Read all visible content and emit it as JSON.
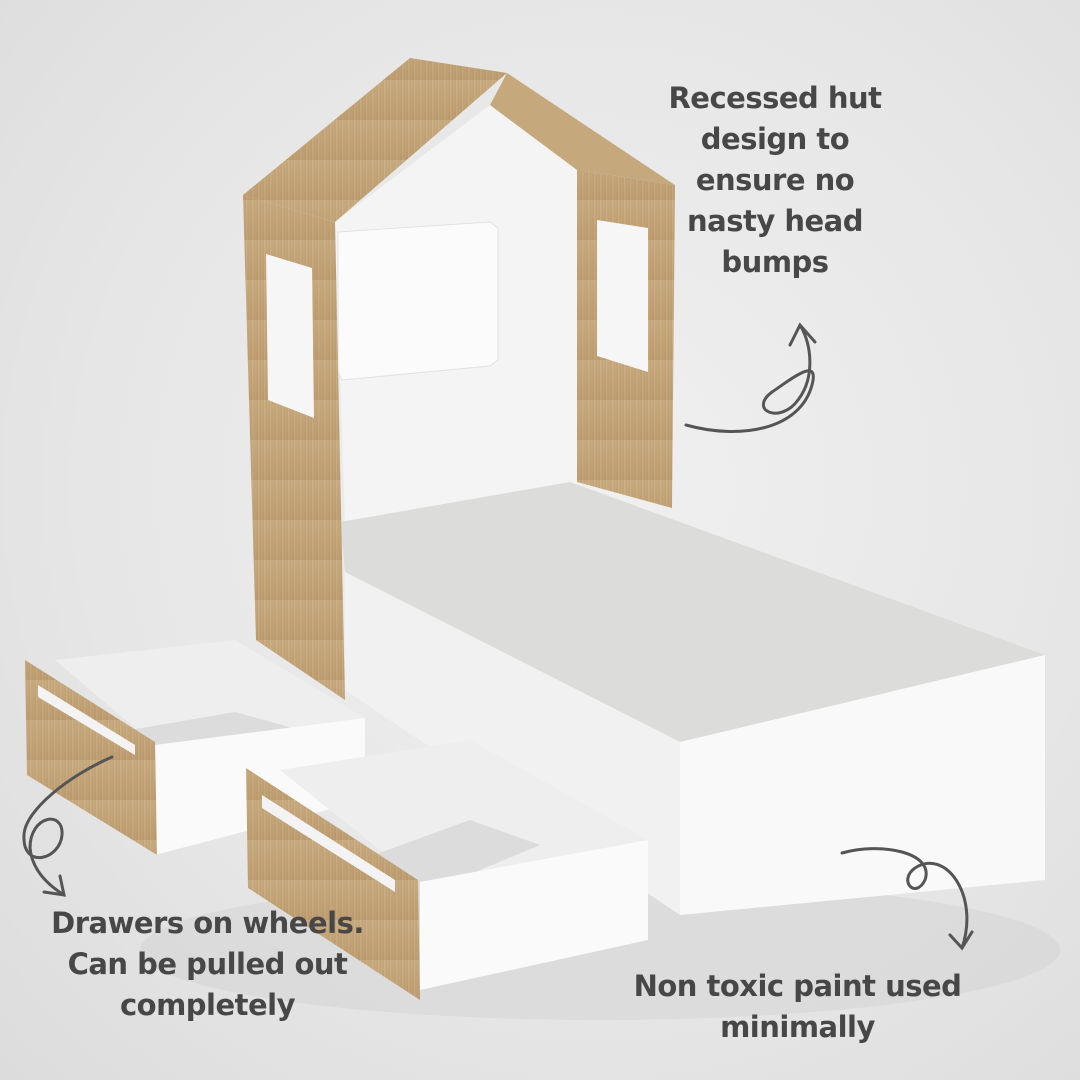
{
  "annotations": {
    "hut": {
      "lines": [
        "Recessed hut",
        "design to",
        "ensure no",
        "nasty head",
        "bumps"
      ]
    },
    "drawers": {
      "lines": [
        "Drawers on wheels.",
        "Can be pulled out",
        "completely"
      ]
    },
    "paint": {
      "lines": [
        "Non toxic paint used",
        "minimally"
      ]
    }
  },
  "colors": {
    "text": "#474747",
    "wood": "#c4a57a",
    "white_panel": "#f7f7f7",
    "bed_top": "#dadad8",
    "background": "#e9e9e9"
  }
}
